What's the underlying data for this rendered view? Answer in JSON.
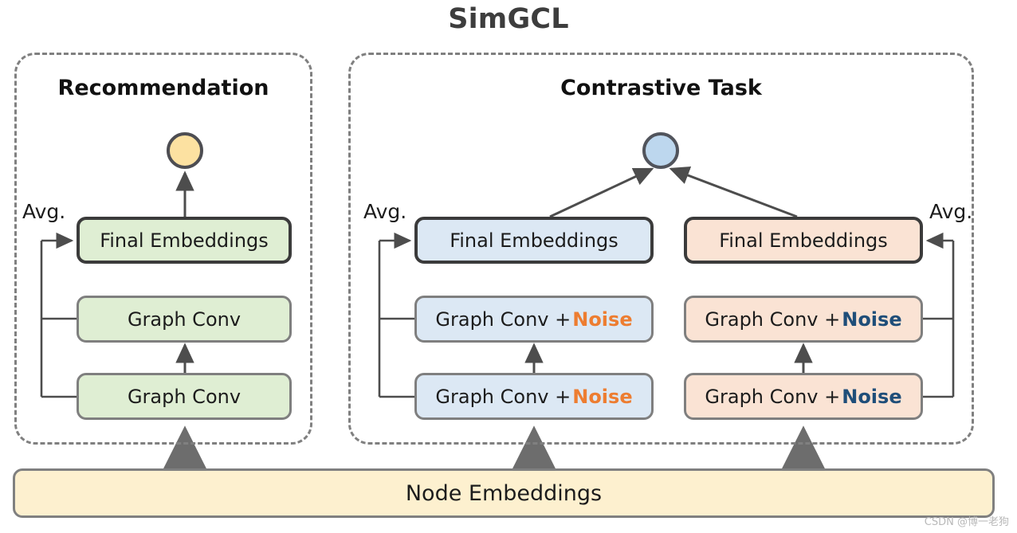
{
  "figure": {
    "title": "SimGCL",
    "watermark": "CSDN @博一老狗"
  },
  "colors": {
    "green_fill": "#dfeed3",
    "blue_fill": "#dce8f4",
    "peach_fill": "#fae3d4",
    "yellow_fill": "#fdf0cf",
    "circle_rec_fill": "#fce1a1",
    "circle_con_fill": "#bdd7ee",
    "noise_left": "#ed7d31",
    "noise_right": "#1f4e79",
    "border_gray": "#808080",
    "border_dark": "#3b3b3b"
  },
  "panels": [
    {
      "id": "recommendation",
      "title": "Recommendation",
      "avg_label": "Avg.",
      "output_node": "recommendation-output-node",
      "boxes": [
        {
          "label": "Final Embeddings",
          "style": "green-thick"
        },
        {
          "label": "Graph Conv",
          "style": "green-thin"
        },
        {
          "label": "Graph Conv",
          "style": "green-thin"
        }
      ]
    },
    {
      "id": "contrastive",
      "title": "Contrastive Task",
      "output_node": "contrastive-output-node",
      "branches": [
        {
          "id": "view-1",
          "avg_label": "Avg.",
          "boxes": [
            {
              "label": "Final Embeddings",
              "noise": "",
              "style": "blue-thick"
            },
            {
              "label": "Graph Conv + ",
              "noise": "Noise",
              "style": "blue-thin"
            },
            {
              "label": "Graph Conv + ",
              "noise": "Noise",
              "style": "blue-thin"
            }
          ]
        },
        {
          "id": "view-2",
          "avg_label": "Avg.",
          "boxes": [
            {
              "label": "Final Embeddings",
              "noise": "",
              "style": "peach-thick"
            },
            {
              "label": "Graph Conv + ",
              "noise": "Noise",
              "style": "peach-thin"
            },
            {
              "label": "Graph Conv + ",
              "noise": "Noise",
              "style": "peach-thin"
            }
          ]
        }
      ]
    }
  ],
  "base": {
    "label": "Node Embeddings"
  }
}
